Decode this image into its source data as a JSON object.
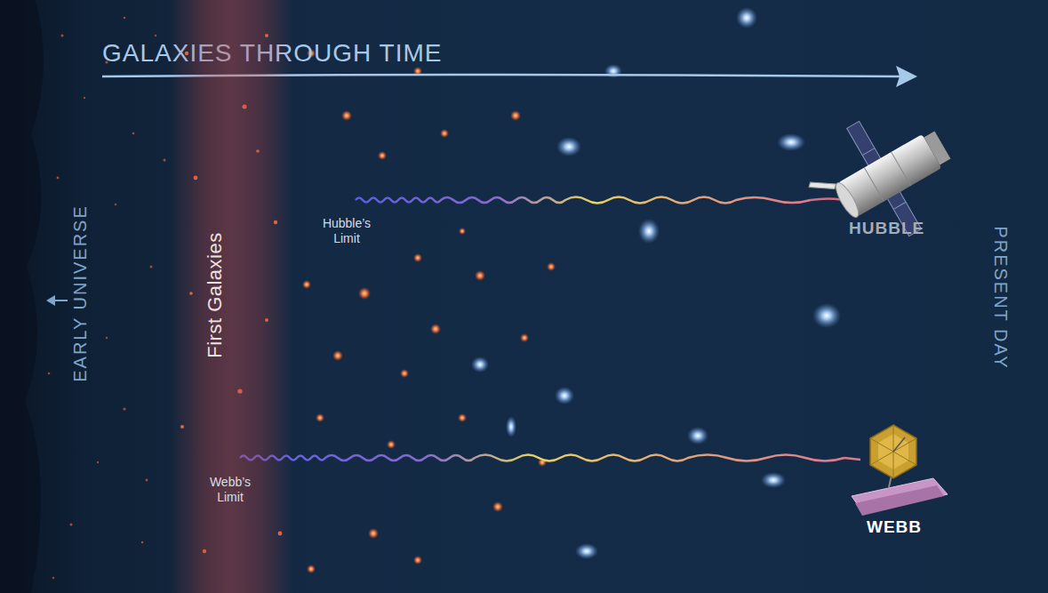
{
  "diagram": {
    "title": "GALAXIES THROUGH TIME",
    "nodes": [
      {
        "text": [
          "First Galaxies"
        ]
      }
    ],
    "labels": [
      "EARLY UNIVERSE",
      "Hubble’s Limit",
      "HUBBLE",
      "PRESENT DAY",
      "Webb’s Limit",
      "WEBB"
    ]
  }
}
